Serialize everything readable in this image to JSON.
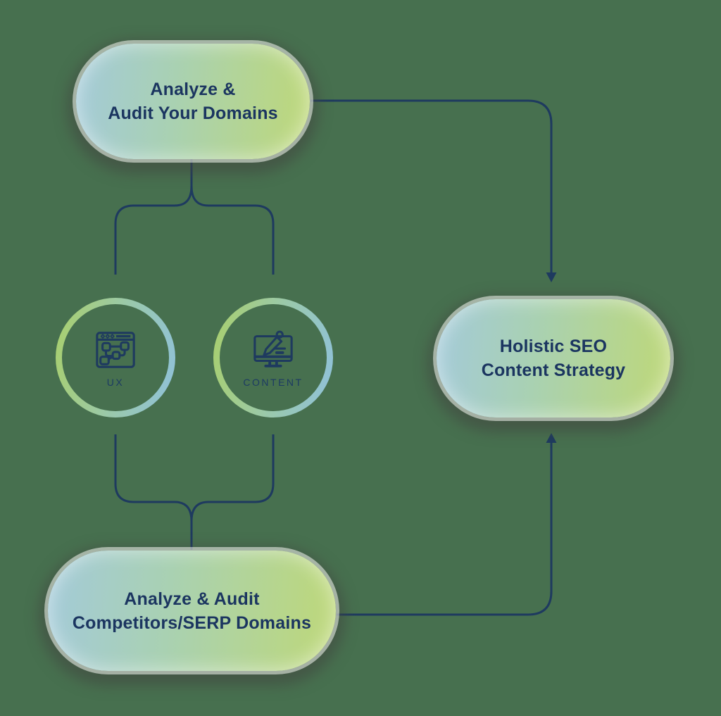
{
  "diagram": {
    "nodes": {
      "top": {
        "lines": [
          "Analyze &",
          "Audit Your Domains"
        ]
      },
      "right": {
        "lines": [
          "Holistic SEO",
          "Content Strategy"
        ]
      },
      "bottom": {
        "lines": [
          "Analyze & Audit",
          "Competitors/SERP Domains"
        ]
      }
    },
    "badges": {
      "ux": {
        "label": "UX",
        "icon": "sitemap-browser-icon"
      },
      "content": {
        "label": "CONTENT",
        "icon": "monitor-pencil-icon"
      }
    },
    "connections": [
      {
        "from": "top",
        "to": "right",
        "arrow": true
      },
      {
        "from": "top",
        "to": "ux",
        "arrow": false
      },
      {
        "from": "top",
        "to": "content",
        "arrow": false
      },
      {
        "from": "ux",
        "to": "bottom",
        "arrow": false
      },
      {
        "from": "content",
        "to": "bottom",
        "arrow": false
      },
      {
        "from": "bottom",
        "to": "right",
        "arrow": true
      }
    ],
    "colors": {
      "background": "#47704F",
      "pill_gradient_start": "#A3CAD9",
      "pill_gradient_end": "#BED878",
      "ring_gradient_start": "#A9CF6B",
      "ring_gradient_end": "#8FC1DC",
      "line": "#1E3A5F",
      "text": "#1B3560"
    }
  }
}
